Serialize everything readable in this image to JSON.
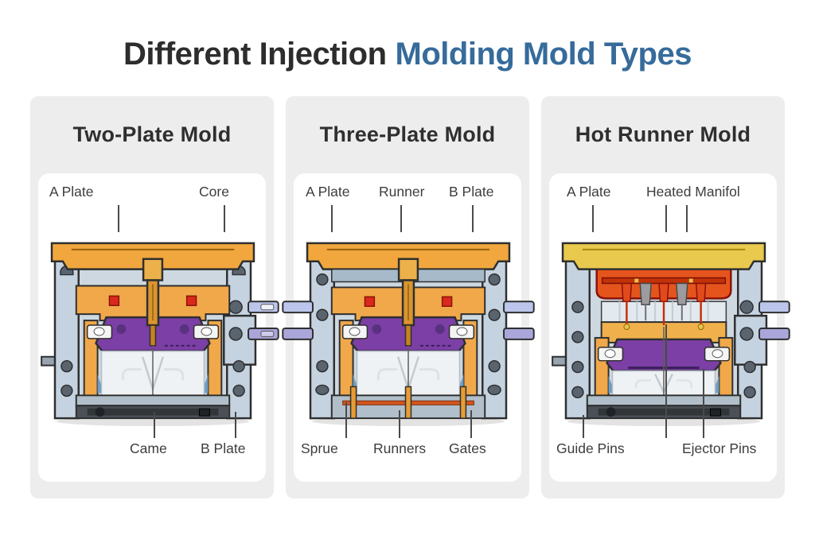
{
  "title": {
    "black_part": "Different Injection",
    "blue_part": "Molding Mold Types"
  },
  "palette": {
    "page_bg": "#ffffff",
    "panel_bg": "#ededed",
    "card_bg": "#ffffff",
    "title_dark": "#2d2d2d",
    "title_blue": "#366b9b",
    "panel_title_color": "#2f2f2f",
    "label_color": "#3d3d3d",
    "leader_color": "#4a4a4a",
    "mold_orange": "#f0a84a",
    "mold_top_plate_orange": "#f1a73e",
    "mold_top_plate_yellow": "#e9c94e",
    "mold_red_square": "#da291c",
    "manifold_red": "#e5541c",
    "mold_purple": "#7b3fa5",
    "steel_blue": "#c5d3e1",
    "bolt_gray": "#59646f",
    "dark_plate": "#4b5057",
    "cavity_white": "#eff2f4"
  },
  "panels": [
    {
      "title": "Two-Plate Mold",
      "top_labels": [
        "A Plate",
        "Core"
      ],
      "bottom_labels": [
        "Came",
        "B Plate"
      ]
    },
    {
      "title": "Three-Plate Mold",
      "top_labels": [
        "A Plate",
        "Runner",
        "B Plate"
      ],
      "bottom_labels": [
        "Sprue",
        "Runners",
        "Gates"
      ]
    },
    {
      "title": "Hot Runner Mold",
      "top_labels": [
        "A Plate",
        "Heated Manifol"
      ],
      "bottom_labels": [
        "Guide Pins",
        "Ejector Pins"
      ]
    }
  ]
}
